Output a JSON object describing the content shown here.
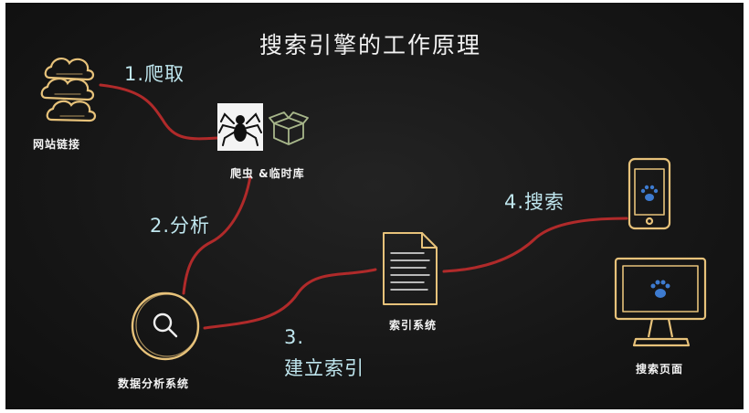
{
  "title": "搜索引擎的工作原理",
  "nodes": {
    "web_links": "网站链接",
    "crawler": "爬虫 &临时库",
    "analysis": "数据分析系统",
    "index": "索引系统",
    "search_page": "搜索页面"
  },
  "steps": {
    "crawl": "1.爬取",
    "analyze": "2.分析",
    "build_num": "3.",
    "build_text": "建立索引",
    "search": "4.搜索"
  },
  "icons": [
    "cloud-icon",
    "spider-icon",
    "box-icon",
    "magnifier-icon",
    "document-icon",
    "phone-icon",
    "monitor-icon",
    "paw-icon"
  ],
  "colors": {
    "background": "#161616",
    "connector": "#b02a2a",
    "step_text": "#bfe6ee",
    "label_text": "#f4f4f4",
    "sketch_gold": "#e7c27a"
  }
}
